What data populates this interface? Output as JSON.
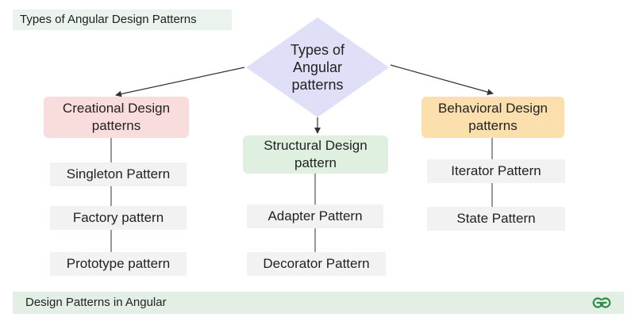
{
  "header": {
    "title": "Types of Angular Design Patterns"
  },
  "root": {
    "lines": [
      "Types of",
      "Angular",
      "patterns"
    ]
  },
  "categories": [
    {
      "lines": [
        "Creational Design",
        "patterns"
      ],
      "items": [
        "Singleton Pattern",
        "Factory pattern",
        "Prototype pattern"
      ]
    },
    {
      "lines": [
        "Structural Design",
        "pattern"
      ],
      "items": [
        "Adapter Pattern",
        "Decorator Pattern"
      ]
    },
    {
      "lines": [
        "Behavioral Design",
        "patterns"
      ],
      "items": [
        "Iterator Pattern",
        "State Pattern"
      ]
    }
  ],
  "footer": {
    "caption": "Design Patterns in Angular",
    "logo_icon": "gfg-logo-icon"
  },
  "colors": {
    "diamond": "#dfe0f7",
    "creational": "#f9dcdc",
    "structural": "#dff0e0",
    "behavioral": "#fbe0ad",
    "item": "#f2f2f2",
    "footer": "#e3efe5",
    "logo": "#2f8d46"
  }
}
